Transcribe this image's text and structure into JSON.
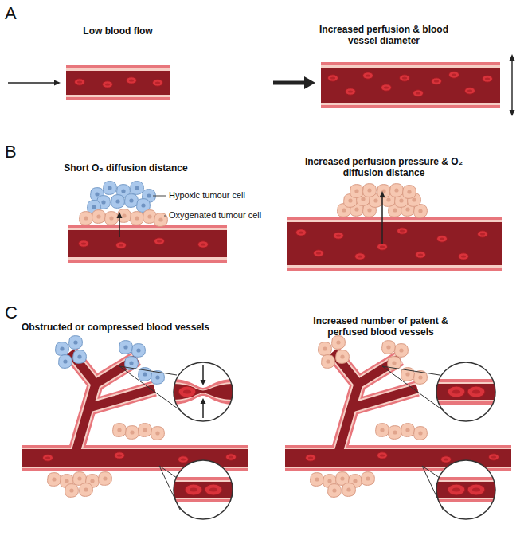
{
  "diagram": {
    "labels": [
      "A",
      "Low blood flow",
      "Increased perfusion & blood vessel diameter",
      "B",
      "Short O₂ diffusion distance",
      "Hypoxic tumour cell",
      "Oxygenated tumour cell",
      "Increased perfusion pressure & O₂ diffusion distance",
      "C",
      "Obstructed or compressed blood vessels",
      "Increased number of patent & perfused blood vessels"
    ]
  }
}
